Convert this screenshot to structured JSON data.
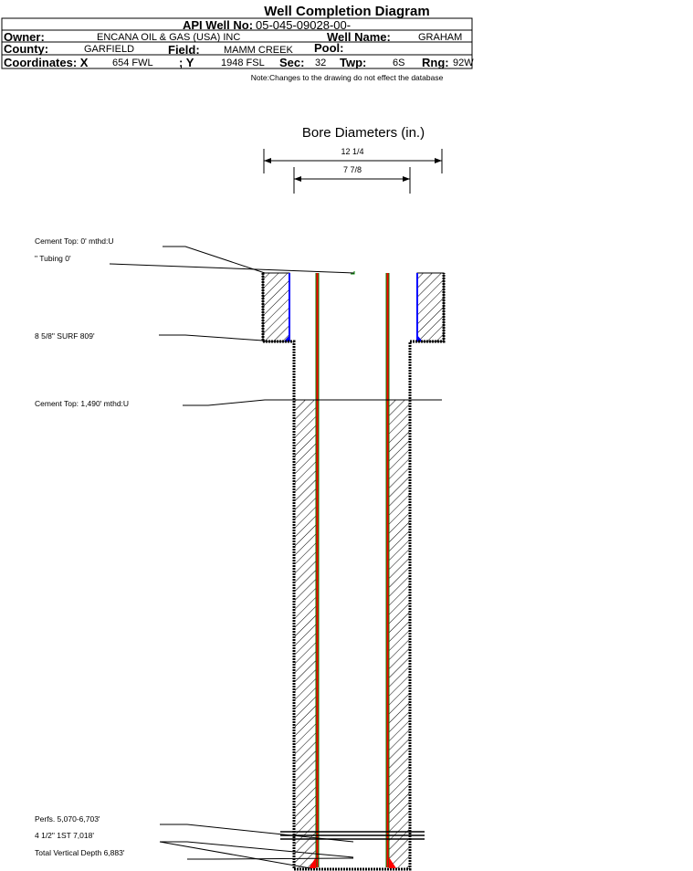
{
  "title": "Well Completion Diagram",
  "header": {
    "api_label": "API Well No:",
    "api_value": "05-045-09028-00-",
    "owner_label": "Owner:",
    "owner_value": "ENCANA OIL & GAS (USA) INC",
    "well_name_label": "Well Name:",
    "well_name_value": "GRAHAM",
    "county_label": "County:",
    "county_value": "GARFIELD",
    "field_label": "Field:",
    "field_value": "MAMM CREEK",
    "pool_label": "Pool:",
    "coord_x_label": "Coordinates: X",
    "coord_x_value": "654 FWL",
    "coord_y_label": "; Y",
    "coord_y_value": "1948 FSL",
    "sec_label": "Sec:",
    "sec_value": "32",
    "twp_label": "Twp:",
    "twp_value": "6S",
    "rng_label": "Rng:",
    "rng_value": "92W"
  },
  "note": "Note:Changes to the drawing do not effect the database",
  "bore": {
    "title": "Bore Diameters (in.)",
    "outer": "12 1/4",
    "inner": "7 7/8"
  },
  "labels": {
    "cement_top_surface": "Cement Top: 0' mthd:U",
    "tubing": "\" Tubing 0'",
    "surface_casing": "8 5/8\" SURF     809'",
    "cement_top_production": "Cement Top: 1,490' mthd:U",
    "perfs": "Perfs. 5,070-6,703'",
    "production_casing": "4 1/2\" 1ST      7,018'",
    "tvd": "Total Vertical Depth 6,883'"
  },
  "colors": {
    "casing": "#ff0000",
    "casing_edge": "#008000",
    "surface_cement_edge": "#0000ff"
  }
}
